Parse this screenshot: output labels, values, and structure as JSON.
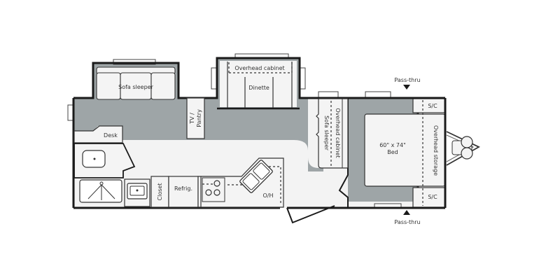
{
  "floorplan": {
    "colors": {
      "floor_carpet": "#9ea5a7",
      "floor_linoleum": "#f3f3f3",
      "walls": "#1a1a1a",
      "furniture_fill": "#f4f4f4",
      "background": "#ffffff"
    },
    "rooms": {
      "sofa_sleeper": "Sofa sleeper",
      "dinette": "Dinette",
      "dinette_overhead": "Overhead cabinet",
      "tv_pantry_line1": "TV /",
      "tv_pantry_line2": "Pantry",
      "desk": "Desk",
      "closet": "Closet",
      "refrigerator": "Refrig.",
      "overhead_kitchen": "O/H",
      "side_sofa_overhead": "Overhead cabinet",
      "side_sofa": "Sofa sleeper",
      "bed_size": "60\" x 74\"",
      "bed": "Bed",
      "overhead_storage": "Overhead storage",
      "shirt_closet_top": "S/C",
      "shirt_closet_bottom": "S/C",
      "pass_thru_top": "Pass-thru",
      "pass_thru_bottom": "Pass-thru"
    }
  }
}
